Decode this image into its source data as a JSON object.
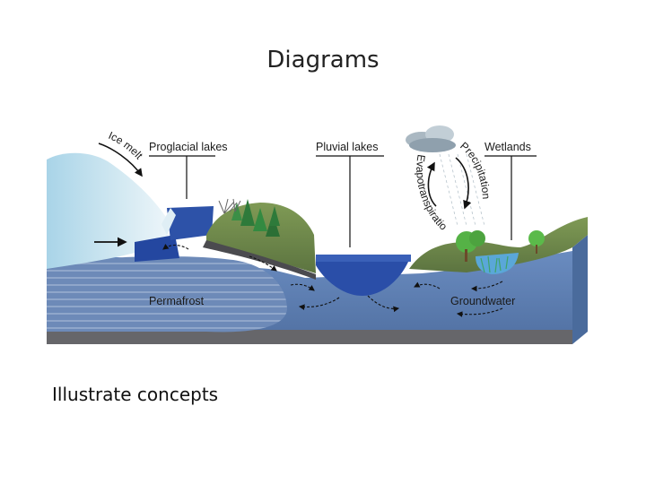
{
  "slide": {
    "title": "Diagrams",
    "caption": "Illustrate concepts"
  },
  "diagram": {
    "labels": {
      "ice_melt": "Ice melt",
      "proglacial_lakes": "Proglacial lakes",
      "pluvial_lakes": "Pluvial lakes",
      "wetlands": "Wetlands",
      "precipitation": "Precipitation",
      "evapotranspiration": "Evapotranspiration",
      "permafrost": "Permafrost",
      "groundwater": "Groundwater"
    },
    "colors": {
      "glacier": "#bfe0ee",
      "soil": "#6f8a4d",
      "water": "#2a4e9e",
      "ground": "#5f80b3",
      "base": "#6c6c70"
    }
  }
}
